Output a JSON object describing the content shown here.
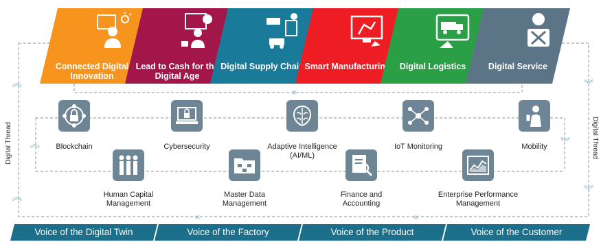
{
  "colors": {
    "orange": "#f7941d",
    "crimson": "#a3164a",
    "teal": "#1a7a9a",
    "red": "#ee1d24",
    "green": "#2a9f45",
    "slate": "#5b7587",
    "tile": "#6e8596",
    "bar": "#1c6f8a",
    "dashed": "#9aa9b2",
    "chevron": "#8fb6c6"
  },
  "pillars": [
    {
      "label": "Connected Digital Innovation",
      "icon": "person-idea-icon",
      "color": "#f7941d"
    },
    {
      "label": "Lead to Cash for the Digital Age",
      "icon": "contract-person-icon",
      "color": "#a3164a"
    },
    {
      "label": "Digital Supply Chain",
      "icon": "supply-chain-icon",
      "color": "#1a7a9a"
    },
    {
      "label": "Smart Manufacturing",
      "icon": "robot-arm-screen-icon",
      "color": "#ee1d24"
    },
    {
      "label": "Digital Logistics",
      "icon": "truck-tablet-icon",
      "color": "#2a9f45"
    },
    {
      "label": "Digital Service",
      "icon": "technician-icon",
      "color": "#5b7587"
    }
  ],
  "capabilities": [
    {
      "label": "Blockchain",
      "icon": "blockchain-lock-icon"
    },
    {
      "label": "Human Capital Management",
      "icon": "people-group-icon"
    },
    {
      "label": "Cybersecurity",
      "icon": "laptop-lock-icon"
    },
    {
      "label": "Master Data Management",
      "icon": "folder-network-icon"
    },
    {
      "label": "Adaptive Intelligence (AI/ML)",
      "icon": "brain-icon"
    },
    {
      "label": "Finance and Accounting",
      "icon": "report-magnifier-icon"
    },
    {
      "label": "IoT Monitoring",
      "icon": "iot-network-icon"
    },
    {
      "label": "Enterprise Performance Management",
      "icon": "line-chart-icon"
    },
    {
      "label": "Mobility",
      "icon": "person-phone-icon"
    }
  ],
  "voices": [
    "Voice of the Digital Twin",
    "Voice of the Factory",
    "Voice of the Product",
    "Voice of the Customer"
  ],
  "side_labels": {
    "left": "Digital Thread",
    "right": "Digital Thread"
  }
}
